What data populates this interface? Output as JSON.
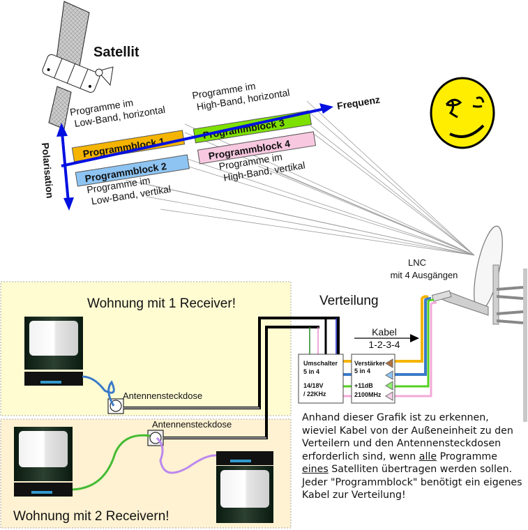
{
  "satellite": {
    "label": "Satellit",
    "axes": {
      "frequency": "Frequenz",
      "polarisation": "Polarisation"
    },
    "blocks": [
      {
        "label": "Programmblock  1",
        "caption_line1": "Programme im",
        "caption_line2": "Low-Band, horizontal",
        "color": "#f5b400"
      },
      {
        "label": "Programmblock  2",
        "caption_line1": "Programme im",
        "caption_line2": "Low-Band, vertikal",
        "color": "#8ec4f2"
      },
      {
        "label": "Programmblock  3",
        "caption_line1": "Programme im",
        "caption_line2": "High-Band, horizontal",
        "color": "#7ee000"
      },
      {
        "label": "Programmblock  4",
        "caption_line1": "Programme im",
        "caption_line2": "High-Band, vertikal",
        "color": "#f8c8e0"
      }
    ]
  },
  "lnc": {
    "line1": "LNC",
    "line2": "mit 4 Ausgängen"
  },
  "distribution": {
    "title": "Verteilung",
    "cable_label": "Kabel",
    "cable_numbers": "1-2-3-4",
    "cable_colors": [
      "#f5b400",
      "#3a7ac8",
      "#55d020",
      "#f4a8d8"
    ],
    "switch_box": {
      "line1": "Umschalter",
      "line2": "5 in 4",
      "line3": "14/18V",
      "line4": "/ 22KHz"
    },
    "amp_box": {
      "line1": "Verstärker",
      "line2": "5 in 4",
      "line3": "+11dB",
      "line4": "2100MHz"
    }
  },
  "apartments": [
    {
      "title": "Wohnung mit 1 Receiver!",
      "socket_label": "Antennensteckdose",
      "bg": "#fffcd2"
    },
    {
      "title": "Wohnung mit 2 Receivern!",
      "socket_label": "Antennensteckdose",
      "bg": "#fff2d2"
    }
  ],
  "description": {
    "part1": "Anhand dieser Grafik ist zu erkennen, wieviel Kabel von der Außeneinheit zu den  Verteilern und den Antennensteckdosen erforderlich sind, wenn ",
    "emph1": "alle",
    "part2": " Programme ",
    "emph2": "eines",
    "part3": " Satelliten übertragen werden sollen. Jeder \"Programmblock\" benötigt ein eigenes Kabel zur Verteilung!"
  }
}
